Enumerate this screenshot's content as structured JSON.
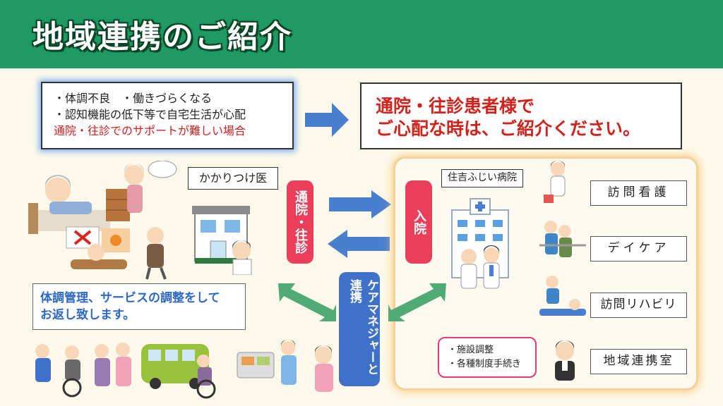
{
  "title": "地域連携のご紹介",
  "concerns": {
    "line1": "・体調不良　・働きづらくなる",
    "line2": "・認知機能の低下等で自宅生活が心配",
    "line3": "通院・往診でのサポートが難しい場合"
  },
  "message": {
    "line1": "通院・往診患者様で",
    "line2": "ご心配な時は、ご紹介ください。"
  },
  "clinic_label": "かかりつけ医",
  "visit_label": "通院・往診",
  "admission_label": "入院",
  "hospital_label": "住吉ふじい病院",
  "care_manager_label": "ケアマネジャーと連携",
  "feedback": {
    "line1": "体調管理、サービスの調整をして",
    "line2": "お返し致します。"
  },
  "services": [
    "訪問看護",
    "デイケア",
    "訪問リハビリ",
    "地域連携室"
  ],
  "bubble": {
    "line1": "・施設調整",
    "line2": "・各種制度手続き"
  },
  "colors": {
    "header": "#1f9a66",
    "background": "#fdf9ea",
    "red_text": "#d2221c",
    "blue_arrow": "#4a7fd0",
    "green_arrow": "#4faa74",
    "pill_red": "#ea3e5b",
    "pill_blue": "#3f71c9"
  }
}
